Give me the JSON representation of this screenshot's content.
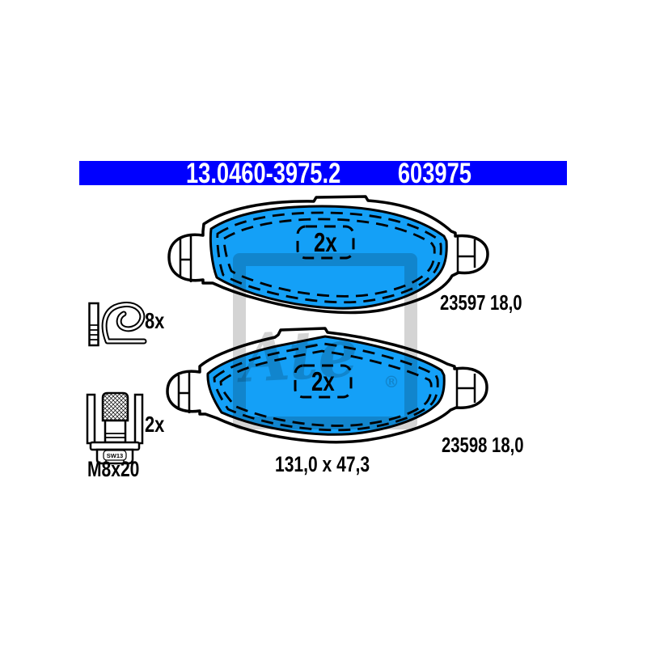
{
  "title_bar": {
    "ate_number": "13.0460-3975.2",
    "reference_number": "603975"
  },
  "pads": [
    {
      "qty": "2x",
      "pad_number": "23597",
      "thickness": "18,0"
    },
    {
      "qty": "2x",
      "pad_number": "23598",
      "thickness": "18,0"
    }
  ],
  "dimensions": "131,0 x 47,3",
  "hardware": {
    "spring_clip": {
      "qty": "8x"
    },
    "bolt": {
      "qty": "2x",
      "size": "M8x20",
      "wrench_size": "SW13"
    }
  },
  "watermark": {
    "brand": "Ate",
    "registered_mark": "®"
  },
  "colors": {
    "title_bar_bg": "#0000ff",
    "title_text": "#ffffff",
    "pad_fill": "#14a0f7",
    "line": "#000000",
    "text": "#000000"
  }
}
